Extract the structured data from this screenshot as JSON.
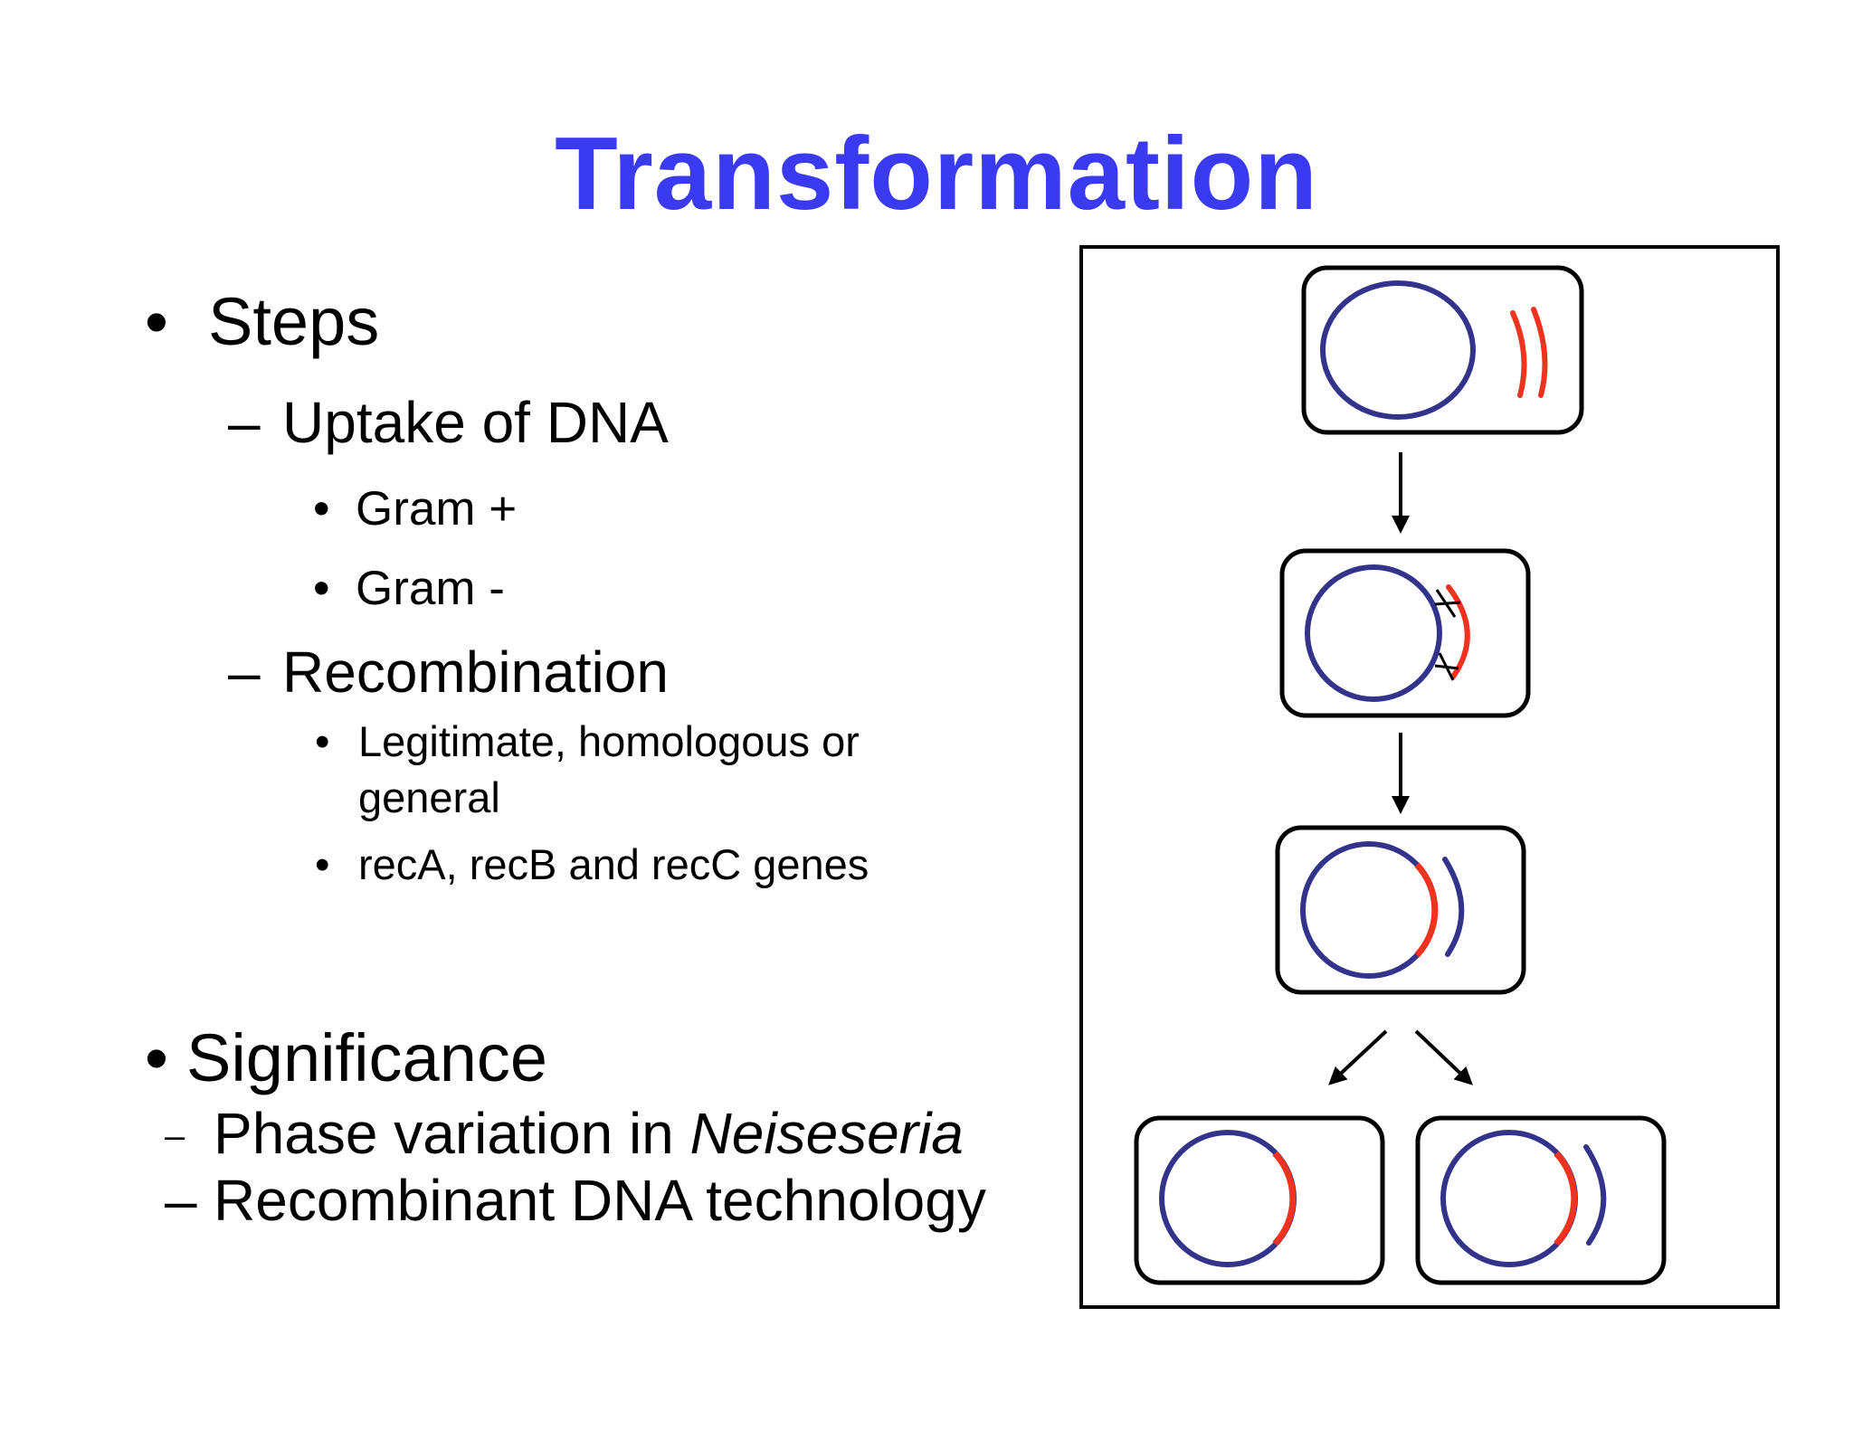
{
  "title": "Transformation",
  "outline": {
    "steps": {
      "label": "Steps",
      "uptake": {
        "label": "Uptake of DNA",
        "items": [
          "Gram +",
          "Gram -"
        ]
      },
      "recombination": {
        "label": "Recombination",
        "items": [
          "Legitimate, homologous or",
          "general",
          "recA, recB and recC genes"
        ]
      }
    },
    "significance": {
      "label": "Significance",
      "phase_prefix": "Phase variation in ",
      "phase_italic": "Neiseseria",
      "recombinant": "Recombinant DNA technology"
    }
  },
  "bullets": {
    "dot": "•",
    "dash": "–"
  },
  "colors": {
    "title": "#3a3af0",
    "chromosome": "#33338c",
    "donor_dna": "#f0321e",
    "outline": "#000000"
  }
}
